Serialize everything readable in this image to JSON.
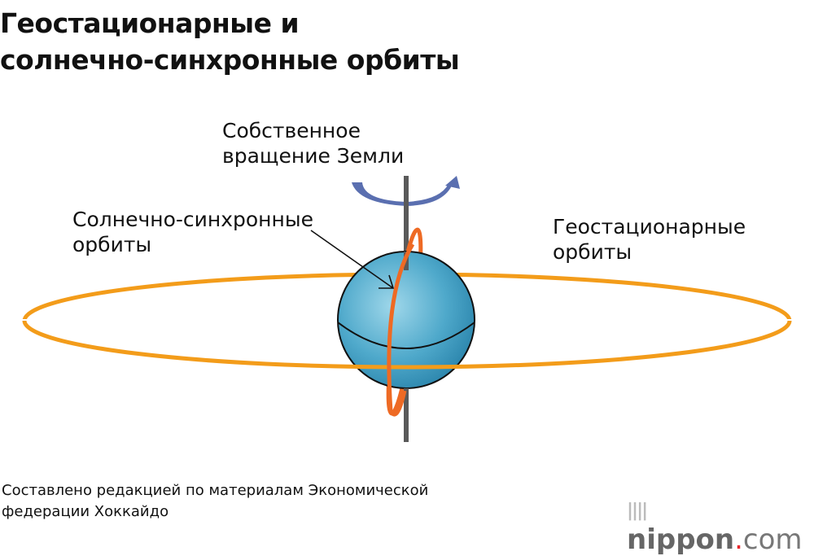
{
  "title": {
    "line1": "Геостационарные и",
    "line2": "солнечно-синхронные орбиты"
  },
  "labels": {
    "rotation_line1": "Собственное",
    "rotation_line2": "вращение Земли",
    "sso_line1": "Солнечно-синхронные",
    "sso_line2": "орбиты",
    "geo_line1": "Геостационарные",
    "geo_line2": "орбиты"
  },
  "credit": {
    "line1": "Составлено редакцией по материалам Экономической",
    "line2": "федерации Хоккайдо"
  },
  "logo": {
    "name": "nippon",
    "dot": ".",
    "tld": "com"
  },
  "colors": {
    "geo_orbit": "#f39c1a",
    "sso_orbit": "#ee6a24",
    "earth": "#4aa6c8",
    "axis": "#5a5a5a",
    "rotation_arrow": "#5a6fb0"
  }
}
